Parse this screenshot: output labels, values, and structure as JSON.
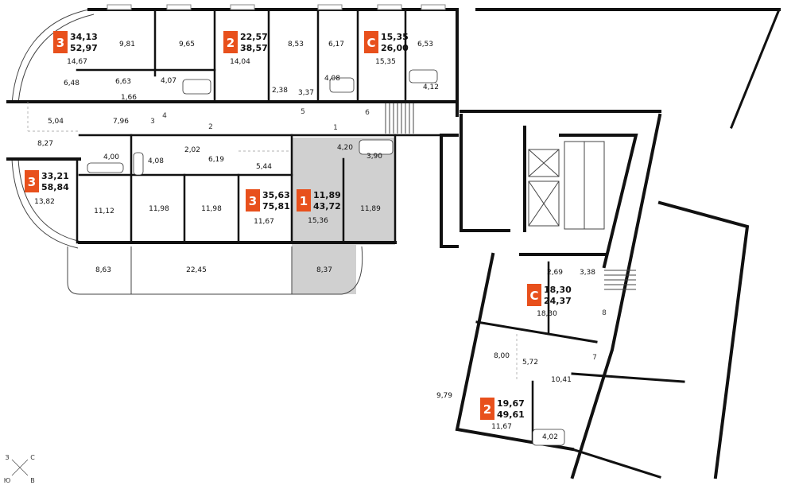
{
  "apartments": [
    {
      "id": "a1",
      "type": "3",
      "living": "34,13",
      "total": "52,97",
      "color": "#e8501c"
    },
    {
      "id": "a2",
      "type": "2",
      "living": "22,57",
      "total": "38,57",
      "color": "#e8501c"
    },
    {
      "id": "a3",
      "type": "С",
      "living": "15,35",
      "total": "26,00",
      "color": "#e8501c"
    },
    {
      "id": "a4",
      "type": "3",
      "living": "33,21",
      "total": "58,84",
      "color": "#e8501c"
    },
    {
      "id": "a5",
      "type": "3",
      "living": "35,63",
      "total": "75,81",
      "color": "#e8501c"
    },
    {
      "id": "a6",
      "type": "1",
      "living": "11,89",
      "total": "43,72",
      "color": "#e8501c"
    },
    {
      "id": "a7",
      "type": "С",
      "living": "18,30",
      "total": "24,37",
      "color": "#e8501c"
    },
    {
      "id": "a8",
      "type": "2",
      "living": "19,67",
      "total": "49,61",
      "color": "#e8501c"
    }
  ],
  "rooms": [
    "14,67",
    "9,81",
    "9,65",
    "14,04",
    "8,53",
    "6,17",
    "15,35",
    "6,53",
    "6,48",
    "6,63",
    "4,07",
    "2,38",
    "3,37",
    "4,08",
    "4,12",
    "1,66",
    "5,04",
    "7,96",
    "8,27",
    "4,00",
    "4,08",
    "2,02",
    "6,19",
    "5,44",
    "4,20",
    "3,90",
    "13,82",
    "11,12",
    "11,98",
    "11,98",
    "11,67",
    "15,36",
    "11,89",
    "8,63",
    "22,45",
    "8,37",
    "2,69",
    "3,38",
    "18,30",
    "8,00",
    "5,72",
    "10,41",
    "9,79",
    "11,67",
    "4,02"
  ],
  "entrances": [
    "1",
    "2",
    "3",
    "4",
    "5",
    "6",
    "7",
    "8"
  ],
  "compass": {
    "w": "З",
    "n": "С",
    "s": "Ю",
    "e": "В"
  },
  "highlight_color": "#d0d0d0"
}
